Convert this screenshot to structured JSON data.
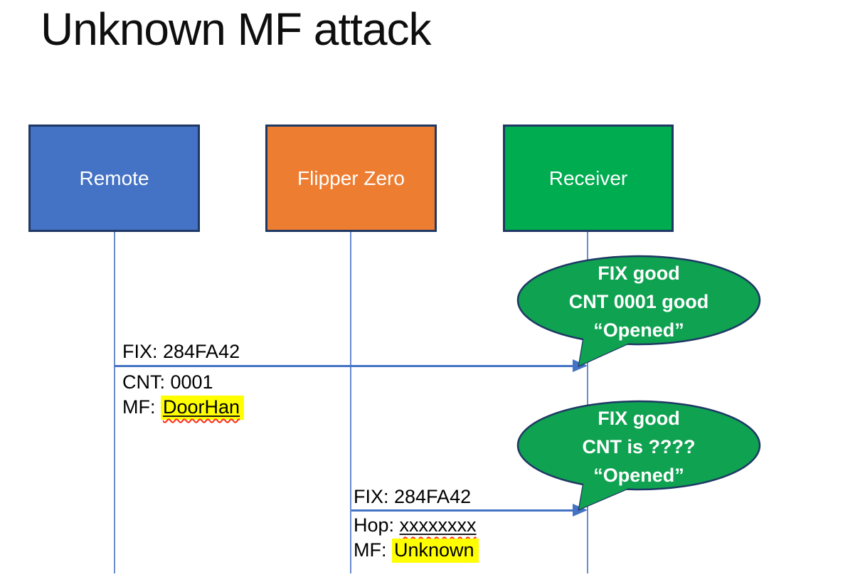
{
  "slide": {
    "title": "Unknown MF attack",
    "background": "#FFFFFF"
  },
  "actors": [
    {
      "label": "Remote",
      "fill": "#4472C4",
      "border": "#1F3864"
    },
    {
      "label": "Flipper Zero",
      "fill": "#ED7D31",
      "border": "#1F3864"
    },
    {
      "label": "Receiver",
      "fill": "#00AC50",
      "border": "#1F3864"
    }
  ],
  "messages": [
    {
      "from": "Remote",
      "to": "Receiver",
      "above_line": "FIX: 284FA42",
      "below_line1": "CNT: 0001",
      "below_line2_prefix": "MF: ",
      "below_line2_value": "DoorHan"
    },
    {
      "from": "Flipper Zero",
      "to": "Receiver",
      "above_line": "FIX: 284FA42",
      "below_line1_prefix": "Hop: ",
      "below_line1_value": "xxxxxxxx",
      "below_line2_prefix": "MF: ",
      "below_line2_value": "Unknown"
    }
  ],
  "callouts": [
    {
      "line1": "FIX good",
      "line2": "CNT 0001 good",
      "line3": "“Opened”",
      "fill": "#0FA251",
      "border": "#1F3864"
    },
    {
      "line1": "FIX good",
      "line2": "CNT is ????",
      "line3": "“Opened”",
      "fill": "#0FA251",
      "border": "#1F3864"
    }
  ],
  "colors": {
    "arrow_line": "#4472C4",
    "lifeline": "#6A8CCB",
    "outline_navy": "#1F3864",
    "highlight_yellow": "#FFFF00",
    "squiggle_red": "#FF2B10",
    "text": "#000000"
  }
}
